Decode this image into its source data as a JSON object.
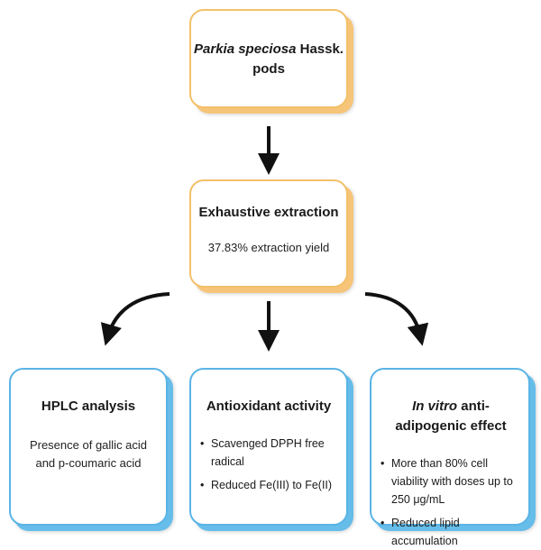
{
  "source": {
    "title_italic": "Parkia speciosa",
    "title_rest": " Hassk.",
    "title_line2": "pods"
  },
  "extraction": {
    "title": "Exhaustive extraction",
    "yield": "37.83% extraction yield"
  },
  "hplc": {
    "title": "HPLC analysis",
    "text": "Presence of gallic acid and p-coumaric acid"
  },
  "antioxidant": {
    "title": "Antioxidant activity",
    "bullets": [
      "Scavenged DPPH free radical",
      "Reduced Fe(III) to Fe(II)"
    ]
  },
  "invitro": {
    "title_italic": "In vitro",
    "title_rest": " anti-adipogenic effect",
    "bullets": [
      "More than 80% cell viability with doses up to 250 μg/mL",
      "Reduced lipid accumulation"
    ]
  },
  "colors": {
    "orange_border": "#f3c069",
    "blue_border": "#5ab4e6",
    "arrow": "#111111"
  }
}
